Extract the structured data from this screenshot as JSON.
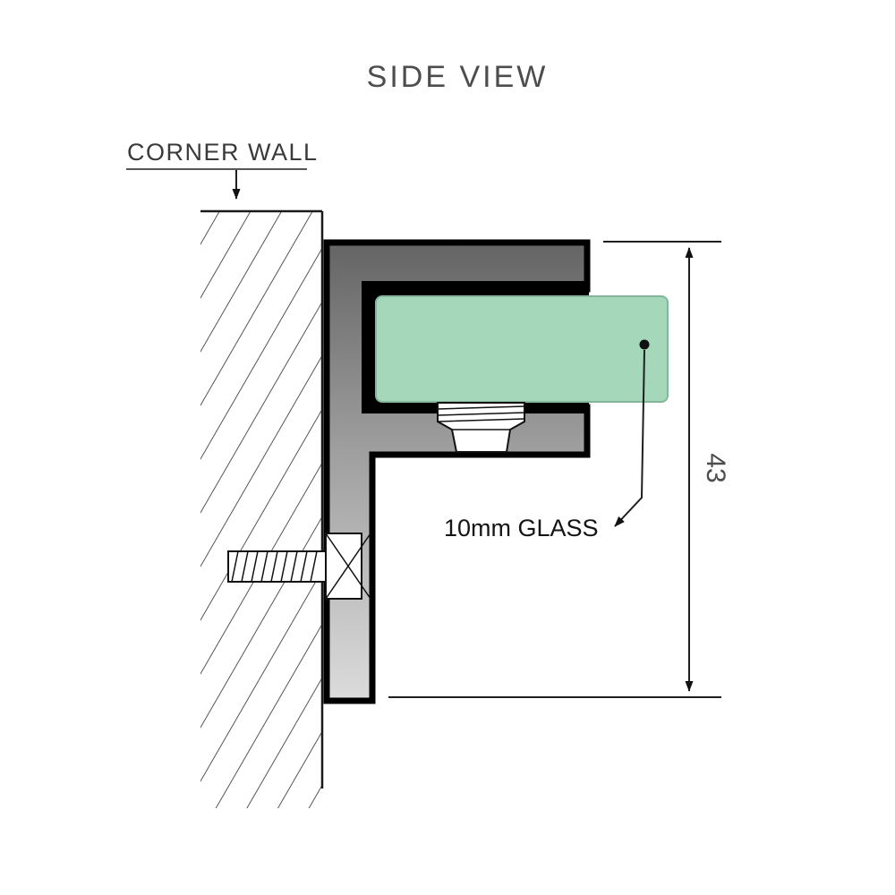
{
  "title": "SIDE VIEW",
  "labels": {
    "corner_wall": "CORNER WALL",
    "glass": "10mm GLASS"
  },
  "dimensions": {
    "height": "43"
  },
  "colors": {
    "background": "#ffffff",
    "glass_fill": "#a5d8bb",
    "glass_stroke": "#82b79a",
    "bracket_top": "#646464",
    "bracket_mid": "#9e9e9e",
    "bracket_bottom": "#dcdcdc",
    "channel_liner": "#000000",
    "outline": "#000000",
    "line": "#1f1f1f",
    "title_text": "#4d4d4d",
    "label_text": "#3a3a3a",
    "glass_label_text": "#141414",
    "dimension_text": "#4d4d4d"
  }
}
